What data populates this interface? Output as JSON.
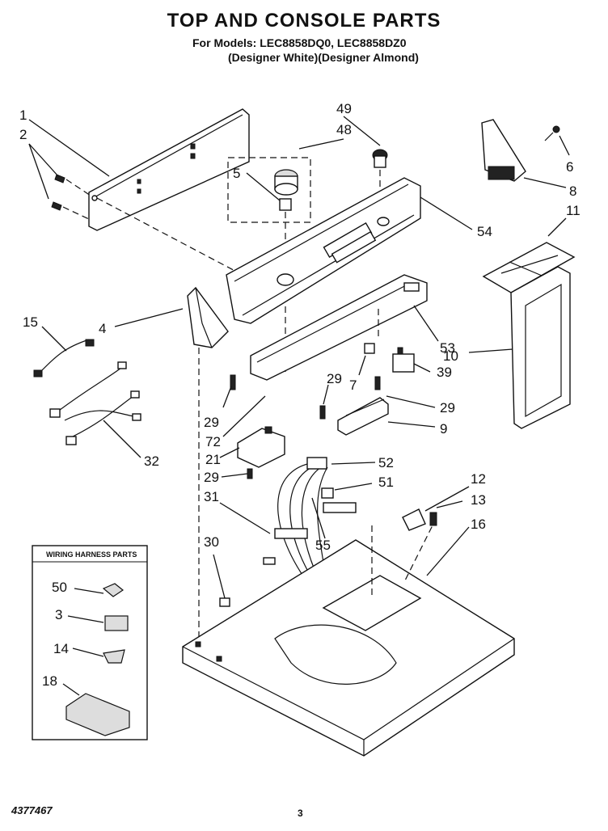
{
  "header": {
    "title": "TOP AND CONSOLE PARTS",
    "models_line": "For Models: LEC8858DQ0, LEC8858DZ0",
    "colors_line": "(Designer White)(Designer Almond)"
  },
  "wiring_box": {
    "title": "WIRING HARNESS PARTS",
    "labels": [
      "50",
      "3",
      "14",
      "18"
    ]
  },
  "callouts": [
    {
      "id": "1",
      "label": "1"
    },
    {
      "id": "2",
      "label": "2"
    },
    {
      "id": "49",
      "label": "49"
    },
    {
      "id": "48",
      "label": "48"
    },
    {
      "id": "5",
      "label": "5"
    },
    {
      "id": "6",
      "label": "6"
    },
    {
      "id": "8",
      "label": "8"
    },
    {
      "id": "11",
      "label": "11"
    },
    {
      "id": "54",
      "label": "54"
    },
    {
      "id": "15",
      "label": "15"
    },
    {
      "id": "4",
      "label": "4"
    },
    {
      "id": "53",
      "label": "53"
    },
    {
      "id": "10",
      "label": "10"
    },
    {
      "id": "7",
      "label": "7"
    },
    {
      "id": "39",
      "label": "39"
    },
    {
      "id": "29a",
      "label": "29"
    },
    {
      "id": "29b",
      "label": "29"
    },
    {
      "id": "29c",
      "label": "29"
    },
    {
      "id": "29d",
      "label": "29"
    },
    {
      "id": "9",
      "label": "9"
    },
    {
      "id": "72",
      "label": "72"
    },
    {
      "id": "21",
      "label": "21"
    },
    {
      "id": "32",
      "label": "32"
    },
    {
      "id": "52",
      "label": "52"
    },
    {
      "id": "51",
      "label": "51"
    },
    {
      "id": "31",
      "label": "31"
    },
    {
      "id": "12",
      "label": "12"
    },
    {
      "id": "13",
      "label": "13"
    },
    {
      "id": "16",
      "label": "16"
    },
    {
      "id": "30",
      "label": "30"
    },
    {
      "id": "55",
      "label": "55"
    }
  ],
  "footer": {
    "doc_number": "4377467",
    "page_number": "3"
  }
}
